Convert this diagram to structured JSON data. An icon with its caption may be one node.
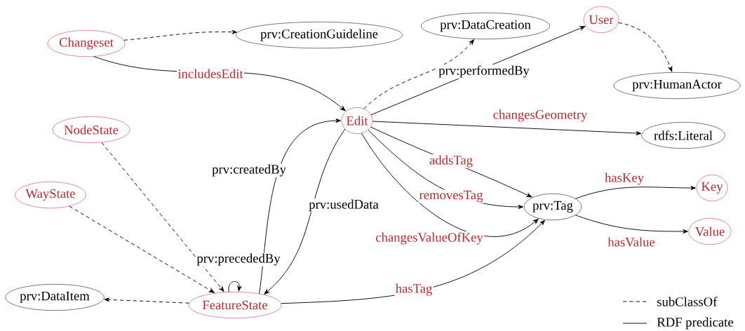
{
  "diagram": {
    "nodes": [
      {
        "text": [
          "Changeset"
        ]
      },
      {
        "text": [
          "prv:CreationGuideline"
        ]
      },
      {
        "text": [
          "prv:DataCreation"
        ]
      },
      {
        "text": [
          "User"
        ]
      },
      {
        "text": [
          "prv:HumanActor"
        ]
      },
      {
        "text": [
          "Edit"
        ]
      },
      {
        "text": [
          "NodeState"
        ]
      },
      {
        "text": [
          "rdfs:Literal"
        ]
      },
      {
        "text": [
          "WayState"
        ]
      },
      {
        "text": [
          "prv:Tag"
        ]
      },
      {
        "text": [
          "Key"
        ]
      },
      {
        "text": [
          "Value"
        ]
      },
      {
        "text": [
          "prv:DataItem"
        ]
      },
      {
        "text": [
          "FeatureState"
        ]
      }
    ],
    "edges": [
      {
        "from": 0,
        "to": 1,
        "arrow": "to",
        "style": "dashed"
      },
      {
        "from": 0,
        "to": 5,
        "arrow": "to",
        "label": "includesEdit"
      },
      {
        "from": 5,
        "to": 2,
        "arrow": "to",
        "style": "dashed"
      },
      {
        "from": 5,
        "to": 3,
        "arrow": "to",
        "label": "prv:performedBy"
      },
      {
        "from": 3,
        "to": 4,
        "arrow": "to",
        "style": "dashed"
      },
      {
        "from": 5,
        "to": 7,
        "arrow": "to",
        "label": "changesGeometry"
      },
      {
        "from": 5,
        "to": 9,
        "arrow": "to",
        "label": "addsTag"
      },
      {
        "from": 5,
        "to": 9,
        "arrow": "to",
        "label": "removesTag"
      },
      {
        "from": 5,
        "to": 9,
        "arrow": "to",
        "label": "changesValueOfKey"
      },
      {
        "from": 9,
        "to": 10,
        "arrow": "to",
        "label": "hasKey"
      },
      {
        "from": 9,
        "to": 11,
        "arrow": "to",
        "label": "hasValue"
      },
      {
        "from": 6,
        "to": 13,
        "arrow": "to",
        "style": "dashed"
      },
      {
        "from": 8,
        "to": 13,
        "arrow": "to",
        "style": "dashed"
      },
      {
        "from": 13,
        "to": 12,
        "arrow": "to",
        "style": "dashed"
      },
      {
        "from": 13,
        "to": 5,
        "arrow": "to",
        "label": "prv:createdBy"
      },
      {
        "from": 5,
        "to": 13,
        "arrow": "to",
        "label": "prv:usedData"
      },
      {
        "from": 13,
        "to": 13,
        "arrow": "to",
        "label": "prv:precededBy"
      },
      {
        "from": 13,
        "to": 9,
        "arrow": "to",
        "label": "hasTag"
      }
    ],
    "legend": [
      {
        "text": "subClassOf"
      },
      {
        "text": "RDF predicate"
      }
    ]
  }
}
